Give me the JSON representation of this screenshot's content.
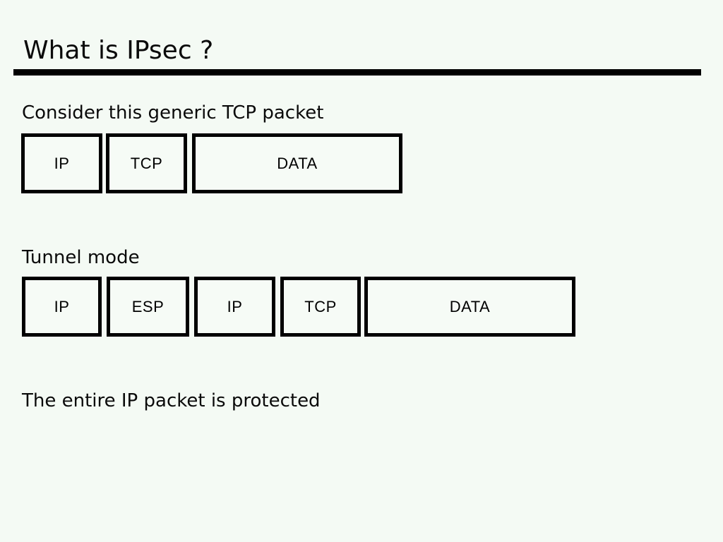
{
  "slide": {
    "title": "What is IPsec ?",
    "footer": "The entire IP packet is protected"
  },
  "sections": [
    {
      "heading": "Consider this generic TCP packet",
      "boxes": [
        {
          "label": "IP"
        },
        {
          "label": "TCP"
        },
        {
          "label": "DATA"
        }
      ]
    },
    {
      "heading": "Tunnel mode",
      "boxes": [
        {
          "label": "IP"
        },
        {
          "label": "ESP"
        },
        {
          "label": "IP"
        },
        {
          "label": "TCP"
        },
        {
          "label": "DATA"
        }
      ]
    }
  ],
  "colors": {
    "background": "#f4faf4",
    "text": "#0a0a0a",
    "rule": "#000000",
    "box_border": "#000000"
  }
}
